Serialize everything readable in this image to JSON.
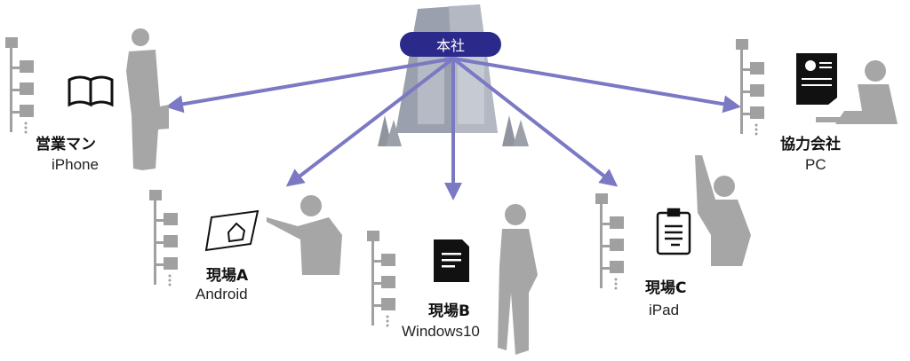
{
  "colors": {
    "arrow": "#7b78c4",
    "hq_badge": "#2b2a8a",
    "silhouette": "#a6a6a6",
    "building": "#9aa0ad",
    "folder": "#a0a0a0",
    "icon": "#111111"
  },
  "hq": {
    "label": "本社",
    "icon": "office-building-icon"
  },
  "nodes": [
    {
      "id": "sales",
      "label": "営業マン",
      "device": "iPhone",
      "icon": "open-book-icon",
      "figure": "businessman-on-phone-silhouette"
    },
    {
      "id": "siteA",
      "label": "現場A",
      "device": "Android",
      "icon": "blueprint-house-icon",
      "figure": "worker-pointing-silhouette"
    },
    {
      "id": "siteB",
      "label": "現場B",
      "device": "Windows10",
      "icon": "document-icon",
      "figure": "worker-holding-tablet-silhouette"
    },
    {
      "id": "siteC",
      "label": "現場C",
      "device": "iPad",
      "icon": "clipboard-icon",
      "figure": "worker-pointing-up-silhouette"
    },
    {
      "id": "partner",
      "label": "協力会社",
      "device": "PC",
      "icon": "report-chart-icon",
      "figure": "person-at-laptop-silhouette"
    }
  ]
}
